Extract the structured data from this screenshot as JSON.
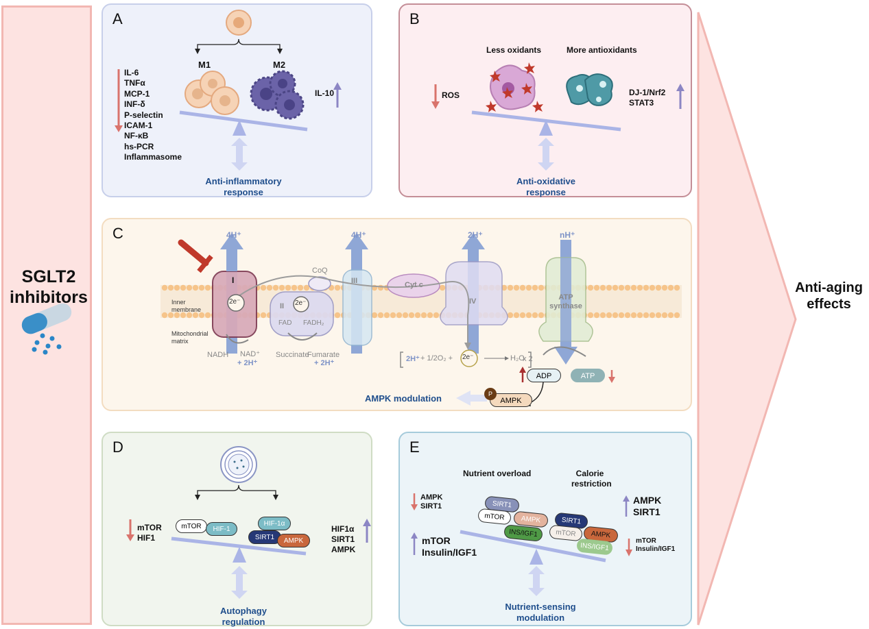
{
  "left": {
    "title": "SGLT2\ninhibitors"
  },
  "right": {
    "title": "Anti-aging\neffects"
  },
  "panelA": {
    "label": "A",
    "m1": "M1",
    "m2": "M2",
    "markers": [
      "IL-6",
      "TNFα",
      "MCP-1",
      "INF-δ",
      "P-selectin",
      "ICAM-1",
      "NF-κB",
      "hs-PCR",
      "Inflammasome"
    ],
    "il10": "IL-10",
    "caption": "Anti-inflammatory\nresponse"
  },
  "panelB": {
    "label": "B",
    "less": "Less oxidants",
    "more": "More antioxidants",
    "ros": "ROS",
    "right_markers": "DJ-1/Nrf2\nSTAT3",
    "caption": "Anti-oxidative\nresponse"
  },
  "panelC": {
    "label": "C",
    "proton_I": "4H⁺",
    "proton_III": "4H⁺",
    "proton_IV": "2H⁺",
    "proton_ATP": "nH⁺",
    "complex_I": "I",
    "complex_II": "II",
    "complex_III": "III",
    "complex_IV": "IV",
    "coq": "CoQ",
    "cytc": "Cyt c",
    "atp_synthase": "ATP\nsynthase",
    "e1": "2e⁻",
    "e2": "2e⁻",
    "e3": "2e⁻",
    "fad": "FAD",
    "fadh2": "FADH₂",
    "inner_membrane": "Inner\nmembrane",
    "matrix": "Mitochondrial\nmatrix",
    "nadh": "NADH",
    "nad": "NAD⁺",
    "nad_h": "+ 2H⁺",
    "succinate": "Succinate",
    "fumarate": "Fumarate",
    "fumarate_h": "+ 2H⁺",
    "eq_a": "2H⁺",
    "eq_b": "+ 1/2O₂ +",
    "eq_c": "H₂O",
    "eq_d": "x 2",
    "adp": "ADP",
    "atp": "ATP",
    "p": "P",
    "ampk": "AMPK",
    "caption": "AMPK  modulation"
  },
  "panelD": {
    "label": "D",
    "left_markers": "mTOR\nHIF1",
    "right_markers": "HIF1α\nSIRT1\nAMPK",
    "mtor": "mTOR",
    "hif1": "HIF-1",
    "hif1a": "HIF-1α",
    "sirt1": "SIRT1",
    "ampk": "AMPK",
    "caption": "Autophagy\nregulation"
  },
  "panelE": {
    "label": "E",
    "overload": "Nutrient overload",
    "restriction": "Calorie\nrestriction",
    "top_left": "AMPK\nSIRT1",
    "mid_left": "mTOR\nInsulin/IGF1",
    "top_right": "AMPK\nSIRT1",
    "bottom_right": "mTOR\nInsulin/IGF1",
    "sirt1_a": "SIRT1",
    "mtor_a": "mTOR",
    "ampk_a": "AMPK",
    "ins_a": "INS/IGF1",
    "sirt1_b": "SIRT1",
    "mtor_b": "mTOR",
    "ampk_b": "AMPK",
    "ins_b": "INS/IGF1",
    "caption": "Nutrient-sensing\nmodulation"
  },
  "colors": {
    "down": "#d9736c",
    "up": "#8c86c4",
    "caption": "#1f4e8c"
  }
}
